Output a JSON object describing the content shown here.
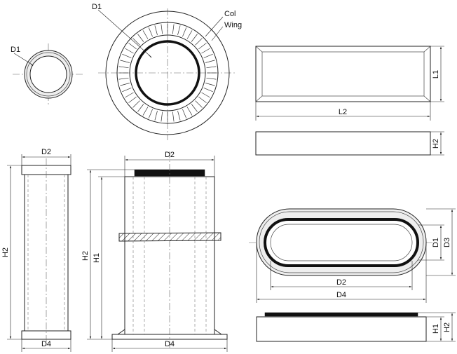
{
  "labels": {
    "d1_small": "D1",
    "d1_large": "D1",
    "col": "Col",
    "wing": "Wing",
    "l1": "L1",
    "l2": "L2",
    "h2_box": "H2",
    "d2_left": "D2",
    "h2_left": "H2",
    "d4_left": "D4",
    "d2_center": "D2",
    "h2_center": "H2",
    "h1_center": "H1",
    "d4_center": "D4",
    "d1_oval": "D1",
    "d3_oval": "D3",
    "d2_oval": "D2",
    "d4_oval": "D4",
    "h1_bottom": "H1",
    "h2_bottom": "H2"
  }
}
